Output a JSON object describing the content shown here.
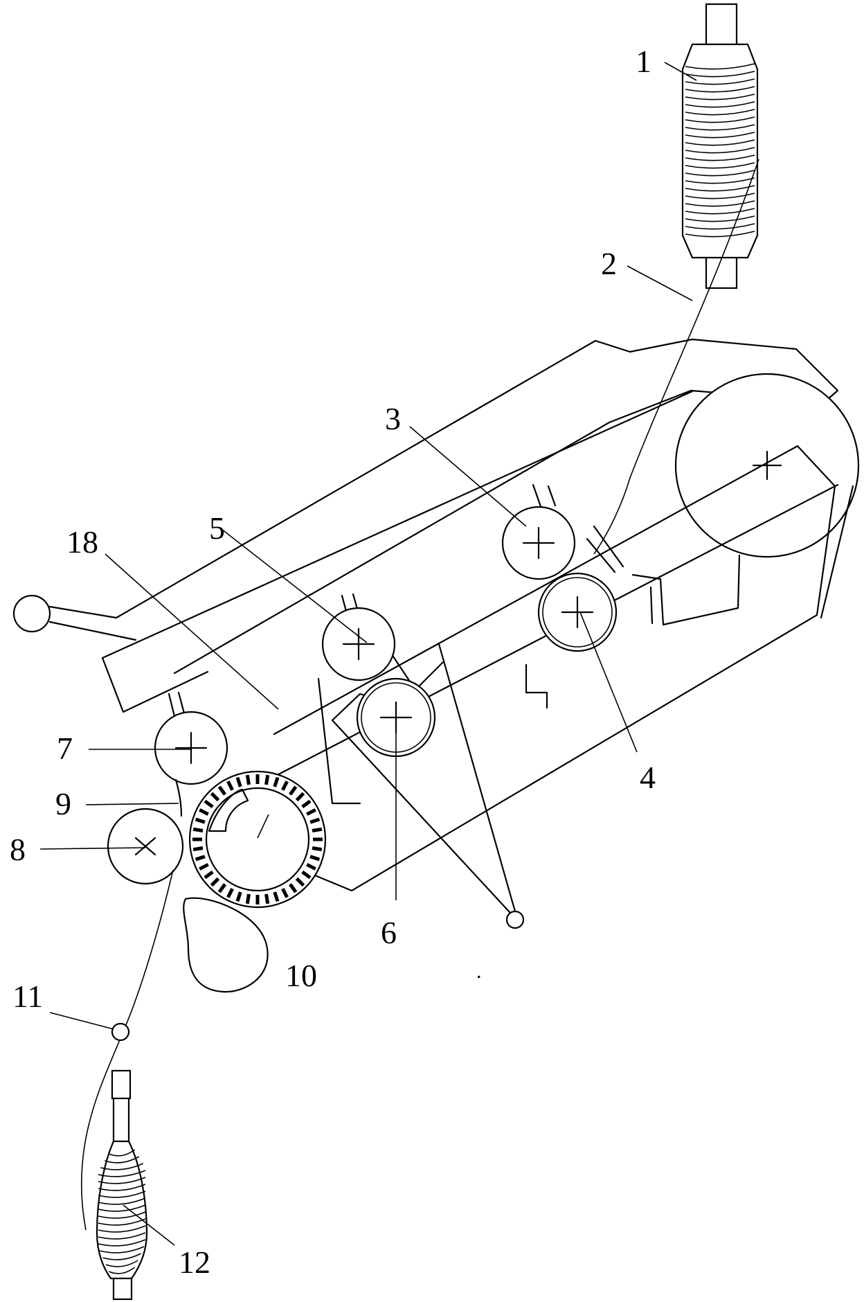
{
  "labels": {
    "l1": "1",
    "l2": "2",
    "l3": "3",
    "l4": "4",
    "l5": "5",
    "l6": "6",
    "l7": "7",
    "l8": "8",
    "l9": "9",
    "l10": "10",
    "l11": "11",
    "l12": "12",
    "l18": "18",
    "dot": "."
  },
  "colors": {
    "stroke": "#000000",
    "background": "#ffffff"
  }
}
